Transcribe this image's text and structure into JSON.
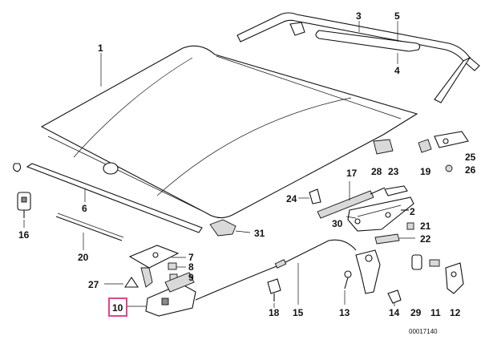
{
  "diagram": {
    "highlight_color": "#e0458a",
    "document_id": "00017140",
    "highlighted_part": "10",
    "part_labels": {
      "p1": "1",
      "p2": "2",
      "p3": "3",
      "p4": "4",
      "p5": "5",
      "p6": "6",
      "p7": "7",
      "p8": "8",
      "p9": "9",
      "p10": "10",
      "p11": "11",
      "p12": "12",
      "p13": "13",
      "p14": "14",
      "p15": "15",
      "p16": "16",
      "p17": "17",
      "p18": "18",
      "p19": "19",
      "p20": "20",
      "p21": "21",
      "p22": "22",
      "p23": "23",
      "p24": "24",
      "p25": "25",
      "p26": "26",
      "p27": "27",
      "p28": "28",
      "p29": "29",
      "p30": "30",
      "p31": "31"
    }
  }
}
